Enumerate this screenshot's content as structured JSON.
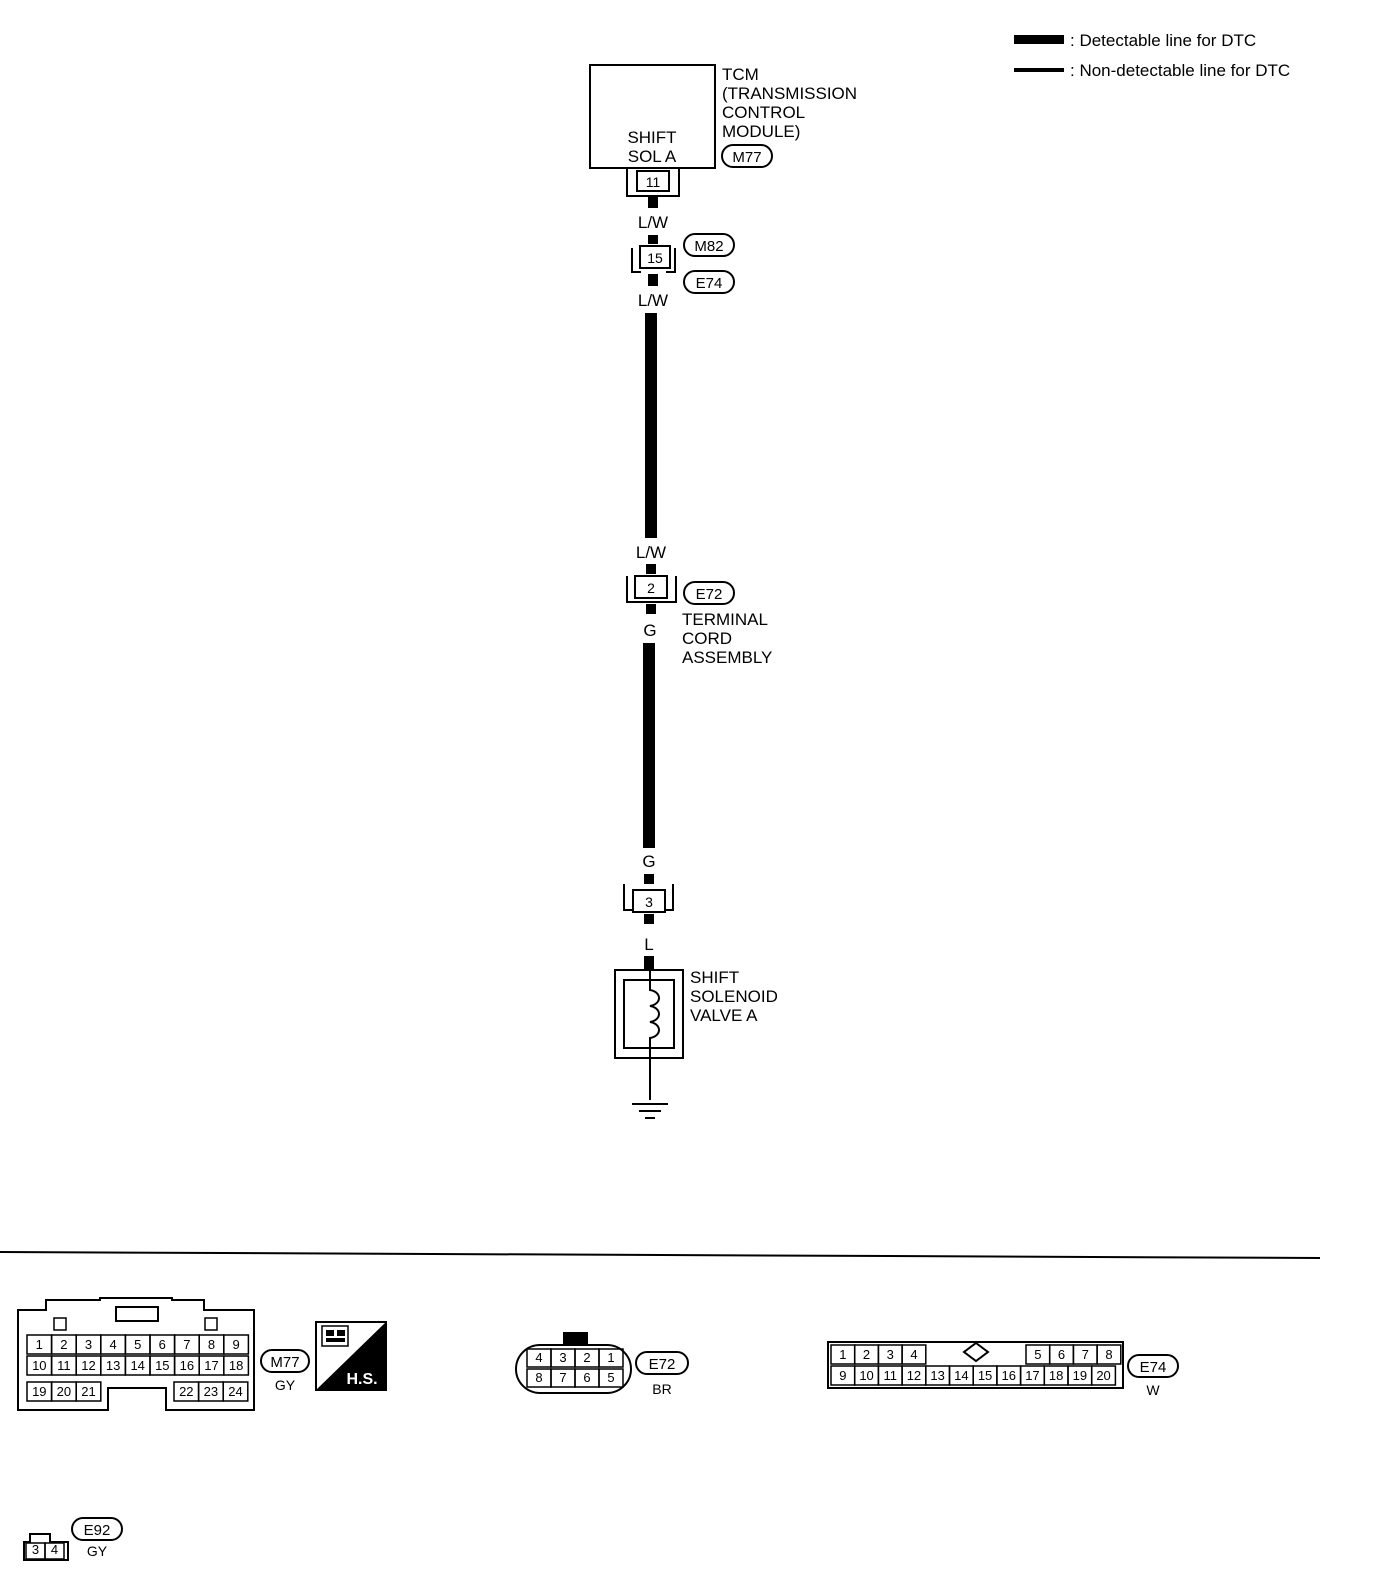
{
  "legend": {
    "detectable": ": Detectable line for DTC",
    "non_detectable": ": Non-detectable line for DTC"
  },
  "tcm": {
    "name_lines": [
      "TCM",
      "(TRANSMISSION",
      "CONTROL",
      "MODULE)"
    ],
    "inner_lines": [
      "SHIFT",
      "SOL A"
    ],
    "connector": "M77",
    "terminal": "11"
  },
  "wire1_color": "L/W",
  "junction": {
    "terminal": "15",
    "connector_top": "M82",
    "connector_bottom": "E74"
  },
  "wire2_color_top": "L/W",
  "wire2_color_bottom": "L/W",
  "terminal_cord": {
    "terminal": "2",
    "connector": "E72",
    "name_lines": [
      "TERMINAL",
      "CORD",
      "ASSEMBLY"
    ]
  },
  "wire3_color_top": "G",
  "wire3_color_bottom": "G",
  "terminal3": "3",
  "wire4_color": "L",
  "solenoid": {
    "name_lines": [
      "SHIFT",
      "SOLENOID",
      "VALVE A"
    ]
  },
  "connector_views": {
    "m77": {
      "id": "M77",
      "color": "GY",
      "badge": "H.S.",
      "row1": [
        "1",
        "2",
        "3",
        "4",
        "5",
        "6",
        "7",
        "8",
        "9"
      ],
      "row2": [
        "10",
        "11",
        "12",
        "13",
        "14",
        "15",
        "16",
        "17",
        "18"
      ],
      "row3_left": [
        "19",
        "20",
        "21"
      ],
      "row3_right": [
        "22",
        "23",
        "24"
      ]
    },
    "e72": {
      "id": "E72",
      "color": "BR",
      "row1": [
        "4",
        "3",
        "2",
        "1"
      ],
      "row2": [
        "8",
        "7",
        "6",
        "5"
      ]
    },
    "e74": {
      "id": "E74",
      "color": "W",
      "row1_left": [
        "1",
        "2",
        "3",
        "4"
      ],
      "row1_right": [
        "5",
        "6",
        "7",
        "8"
      ],
      "row2": [
        "9",
        "10",
        "11",
        "12",
        "13",
        "14",
        "15",
        "16",
        "17",
        "18",
        "19",
        "20"
      ]
    },
    "e92": {
      "id": "E92",
      "color": "GY",
      "pins": [
        "3",
        "4"
      ]
    }
  }
}
